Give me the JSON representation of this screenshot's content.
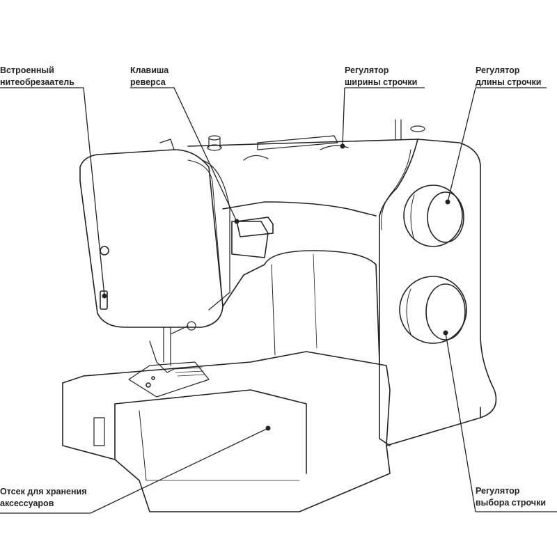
{
  "labels": {
    "thread_cutter": {
      "line1": "Встроенный",
      "line2": "нитеобрезаатель"
    },
    "reverse_lever": {
      "line1": "Клавиша",
      "line2": "реверса"
    },
    "stitch_width": {
      "line1": "Регулятор",
      "line2": "ширины строчки"
    },
    "stitch_length": {
      "line1": "Регулятор",
      "line2": "длины строчки"
    },
    "accessory_storage": {
      "line1": "Отсек для хранения",
      "line2": "аксессуаров"
    },
    "pattern_selector": {
      "line1": "Регулятор",
      "line2": "выбора строчки"
    }
  },
  "colors": {
    "line": "#222222",
    "text": "#222222"
  }
}
